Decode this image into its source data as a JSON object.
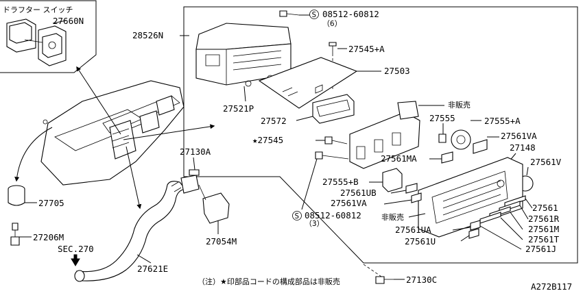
{
  "inset_title": "ドラフター スイッチ",
  "note": "（注）★印部品コードの構成部品は非販売",
  "figure_code": "A272B117",
  "bolt_spec_top": {
    "code": "08512-60812",
    "qty": "（6）"
  },
  "bolt_spec_bottom": {
    "code": "08512-60812",
    "qty": "（3）"
  },
  "sec_ref": "SEC.270",
  "labels": {
    "p27660N": "27660N",
    "p28526N": "28526N",
    "p27545A": "27545+A",
    "p27503": "27503",
    "p27521P": "27521P",
    "not_for_sale_1": "非販売",
    "p27572": "27572",
    "p27555": "27555",
    "p27555A": "27555+A",
    "p27561VA_top": "27561VA",
    "p27545star": "★27545",
    "p27148": "27148",
    "p27561MA": "27561MA",
    "p27561V": "27561V",
    "p27555B": "27555+B",
    "p27561UB": "27561UB",
    "p27561VA_bot": "27561VA",
    "not_for_sale_2": "非販売",
    "p27561": "27561",
    "p27561R": "27561R",
    "p27561UA": "27561UA",
    "p27561M": "27561M",
    "p27561U": "27561U",
    "p27561T": "27561T",
    "p27561J": "27561J",
    "p27130A": "27130A",
    "p27705": "27705",
    "p27206M": "27206M",
    "p27054M": "27054M",
    "p27621E": "27621E",
    "p27130C": "27130C"
  }
}
